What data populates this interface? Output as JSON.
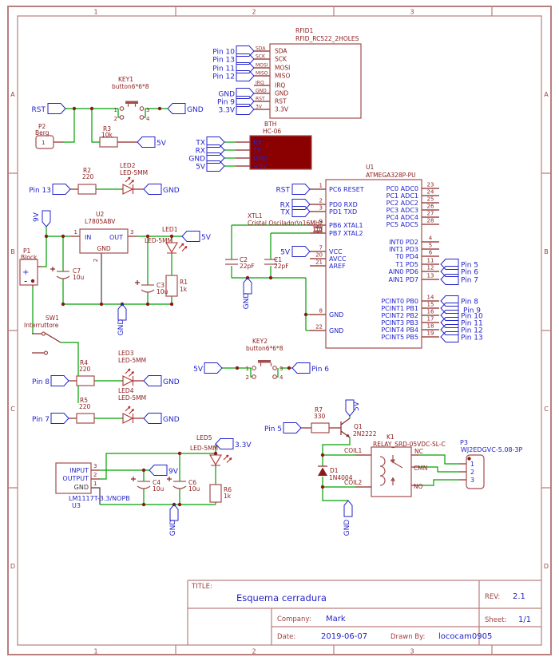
{
  "border": {
    "cols": [
      "1",
      "2",
      "3"
    ],
    "rows": [
      "A",
      "B",
      "C",
      "D"
    ]
  },
  "title_block": {
    "title_label": "TITLE:",
    "title": "Esquema cerradura",
    "rev_label": "REV:",
    "rev": "2.1",
    "company_label": "Company:",
    "company": "Mark",
    "sheet_label": "Sheet:",
    "sheet": "1/1",
    "date_label": "Date:",
    "date": "2019-06-07",
    "drawn_label": "Drawn By:",
    "drawn_by": "lococam0905"
  },
  "colors": {
    "wire_green": "#00A000",
    "component_red": "#A34D4D",
    "text_red": "#8B1A1A",
    "text_blue": "#2323CB",
    "module_fill": "#8B0000",
    "frame": "#B97F7F"
  },
  "nets": {
    "rst": "RST",
    "gnd": "GND",
    "v5": "5V",
    "v9": "9V",
    "v33": "3.3V",
    "tx": "TX",
    "rx": "RX",
    "pin5": "Pin 5",
    "pin6": "Pin 6",
    "pin7": "Pin 7",
    "pin8": "Pin 8",
    "pin9": "Pin 9",
    "pin10": "Pin 10",
    "pin11": "Pin 11",
    "pin12": "Pin 12",
    "pin13": "Pin 13"
  },
  "rfid": {
    "ref": "RFID1",
    "value": "RFID_RC522_2HOLES",
    "pins": [
      "SDA",
      "SCK",
      "MOSI",
      "MISO",
      "IRQ",
      "GND",
      "RST",
      "3.3V"
    ],
    "stub_labels": [
      "SDA",
      "SCK",
      "MOSI",
      "MISO",
      "IRQ",
      "GND",
      "RST",
      "3V"
    ],
    "flags": [
      "Pin 10",
      "Pin 13",
      "Pin 11",
      "Pin 12",
      null,
      "GND",
      "Pin 9",
      "3.3V"
    ]
  },
  "bth": {
    "ref": "BTH",
    "value": "HC-06",
    "pins": [
      "RX",
      "TX",
      "GND",
      "+5V"
    ],
    "flags": [
      "TX",
      "RX",
      "GND",
      "5V"
    ]
  },
  "u1": {
    "ref": "U1",
    "value": "ATMEGA328P-PU",
    "left": [
      {
        "num": "1",
        "name": "PC6 RESET",
        "flag": "RST"
      },
      {
        "num": "2",
        "name": "PD0 RXD",
        "flag": "RX"
      },
      {
        "num": "3",
        "name": "PD1 TXD",
        "flag": "TX"
      },
      {
        "num": "9",
        "name": "PB6 XTAL1"
      },
      {
        "num": "10",
        "name": "PB7 XTAL2"
      },
      {
        "num": "7",
        "name": "VCC",
        "flag": "5V"
      },
      {
        "num": "20",
        "name": "AVCC"
      },
      {
        "num": "21",
        "name": "AREF"
      },
      {
        "num": "8",
        "name": "GND"
      },
      {
        "num": "22",
        "name": "GND"
      }
    ],
    "right": [
      {
        "num": "23",
        "name": "PC0 ADC0"
      },
      {
        "num": "24",
        "name": "PC1 ADC1"
      },
      {
        "num": "25",
        "name": "PC2 ADC2"
      },
      {
        "num": "26",
        "name": "PC3 ADC3"
      },
      {
        "num": "27",
        "name": "PC4 ADC4"
      },
      {
        "num": "28",
        "name": "PC5 ADC5"
      },
      {
        "num": "4",
        "name": "INT0 PD2"
      },
      {
        "num": "5",
        "name": "INT1 PD3"
      },
      {
        "num": "6",
        "name": "T0 PD4"
      },
      {
        "num": "11",
        "name": "T1 PD5",
        "flag": "Pin 5"
      },
      {
        "num": "12",
        "name": "AIN0 PD6",
        "flag": "Pin 6"
      },
      {
        "num": "13",
        "name": "AIN1 PD7",
        "flag": "Pin 7"
      },
      {
        "num": "14",
        "name": "PCINT0 PB0",
        "flag": "Pin 8"
      },
      {
        "num": "15",
        "name": "PCINT1 PB1",
        "flag": "Pin 9"
      },
      {
        "num": "16",
        "name": "PCINT2 PB2",
        "flag": "Pin 10"
      },
      {
        "num": "17",
        "name": "PCINT3 PB3",
        "flag": "Pin 11"
      },
      {
        "num": "18",
        "name": "PCINT4 PB4",
        "flag": "Pin 12"
      },
      {
        "num": "19",
        "name": "PCINT5 PB5",
        "flag": "Pin 13"
      }
    ]
  },
  "parts": {
    "u2": {
      "ref": "U2",
      "value": "L7805ABV",
      "in": "IN",
      "out": "OUT",
      "gnd": "GND",
      "p1": "1",
      "p2": "2",
      "p3": "3"
    },
    "u3": {
      "ref": "U3",
      "value": "LM1117T-3.3/NOPB",
      "in": "INPUT",
      "out": "OUTPUT",
      "gnd": "GND",
      "p1": "1",
      "p2": "2",
      "p3": "3"
    },
    "p1": {
      "ref": "P1",
      "value": "Block",
      "plus": "+",
      "minus": "-"
    },
    "p2": {
      "ref": "P2",
      "value": "Berg",
      "pin": "1"
    },
    "sw1": {
      "ref": "SW1",
      "value": "Interruttore"
    },
    "key1": {
      "ref": "KEY1",
      "value": "button6*6*8",
      "n1": "1",
      "n2": "2",
      "n3": "3",
      "n4": "4"
    },
    "key2": {
      "ref": "KEY2",
      "value": "button6*6*8",
      "n1": "1",
      "n2": "2",
      "n3": "3",
      "n4": "4"
    },
    "xtl1": {
      "ref": "XTL1",
      "value": "Cristal Oscilador\\n16MHz"
    },
    "r1": {
      "ref": "R1",
      "value": "1k"
    },
    "r2": {
      "ref": "R2",
      "value": "220"
    },
    "r3": {
      "ref": "R3",
      "value": "10k"
    },
    "r4": {
      "ref": "R4",
      "value": "220"
    },
    "r5": {
      "ref": "R5",
      "value": "220"
    },
    "r6": {
      "ref": "R6",
      "value": "1k"
    },
    "r7": {
      "ref": "R7",
      "value": "330"
    },
    "c1": {
      "ref": "C1",
      "value": "22pF"
    },
    "c2": {
      "ref": "C2",
      "value": "22pF"
    },
    "c3": {
      "ref": "C3",
      "value": "10u"
    },
    "c4": {
      "ref": "C4",
      "value": "10u"
    },
    "c6": {
      "ref": "C6",
      "value": "10u"
    },
    "c7": {
      "ref": "C7",
      "value": "10u"
    },
    "led1": {
      "ref": "LED1",
      "value": "LED-5MM"
    },
    "led2": {
      "ref": "LED2",
      "value": "LED-5MM"
    },
    "led3": {
      "ref": "LED3",
      "value": "LED-5MM"
    },
    "led4": {
      "ref": "LED4",
      "value": "LED-5MM"
    },
    "led5": {
      "ref": "LED5",
      "value": "LED-5MM"
    },
    "d1": {
      "ref": "D1",
      "value": "1N4004"
    },
    "q1": {
      "ref": "Q1",
      "value": "2N2222"
    },
    "k1": {
      "ref": "K1",
      "value": "RELAY_SRD-05VDC-SL-C",
      "coil1": "COIL1",
      "coil2": "COIL2",
      "nc": "NC",
      "cmn": "CMN",
      "no": "NO"
    },
    "p3": {
      "ref": "P3",
      "value": "WJ2EDGVC-5.08-3P",
      "n1": "1",
      "n2": "2",
      "n3": "3"
    }
  }
}
